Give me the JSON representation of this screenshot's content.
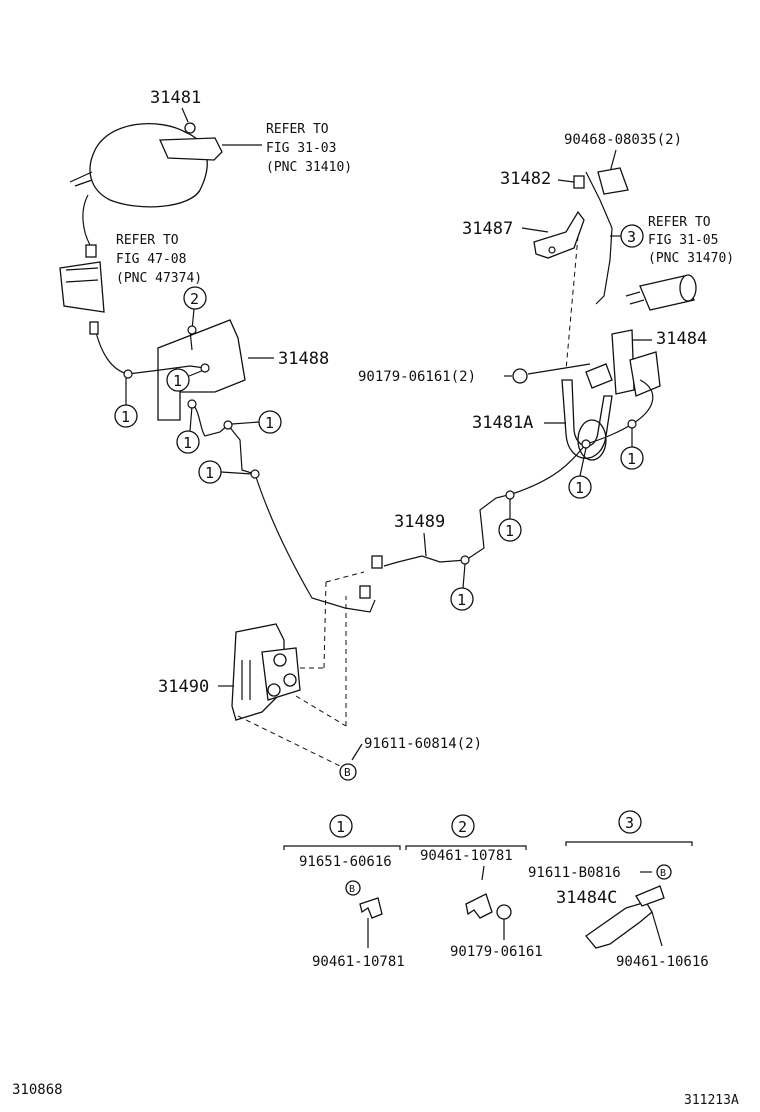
{
  "parts": {
    "p31481": "31481",
    "p31482": "31482",
    "p31487": "31487",
    "p31488": "31488",
    "p31484": "31484",
    "p31481A": "31481A",
    "p31489": "31489",
    "p31490": "31490",
    "p90468": "90468-08035(2)",
    "p90179_top": "90179-06161(2)",
    "p91611": "91611-60814(2)"
  },
  "refs": {
    "fig3103": [
      "REFER TO",
      "FIG 31-03",
      "(PNC 31410)"
    ],
    "fig4708": [
      "REFER TO",
      "FIG 47-08",
      "(PNC 47374)"
    ],
    "fig3105": [
      "REFER TO",
      "FIG 31-05",
      "(PNC 31470)"
    ]
  },
  "callouts": {
    "one": "1",
    "two": "2",
    "three": "3",
    "bolt": "B"
  },
  "legend": {
    "g1": {
      "key": "1",
      "top": "91651-60616",
      "bottom": "90461-10781"
    },
    "g2": {
      "key": "2",
      "top": "90461-10781",
      "bottom": "90179-06161"
    },
    "g3": {
      "key": "3",
      "top": "91611-B0816",
      "mid": "31484C",
      "bottom": "90461-10616"
    }
  },
  "footer": {
    "left": "310868",
    "right": "311213A"
  }
}
